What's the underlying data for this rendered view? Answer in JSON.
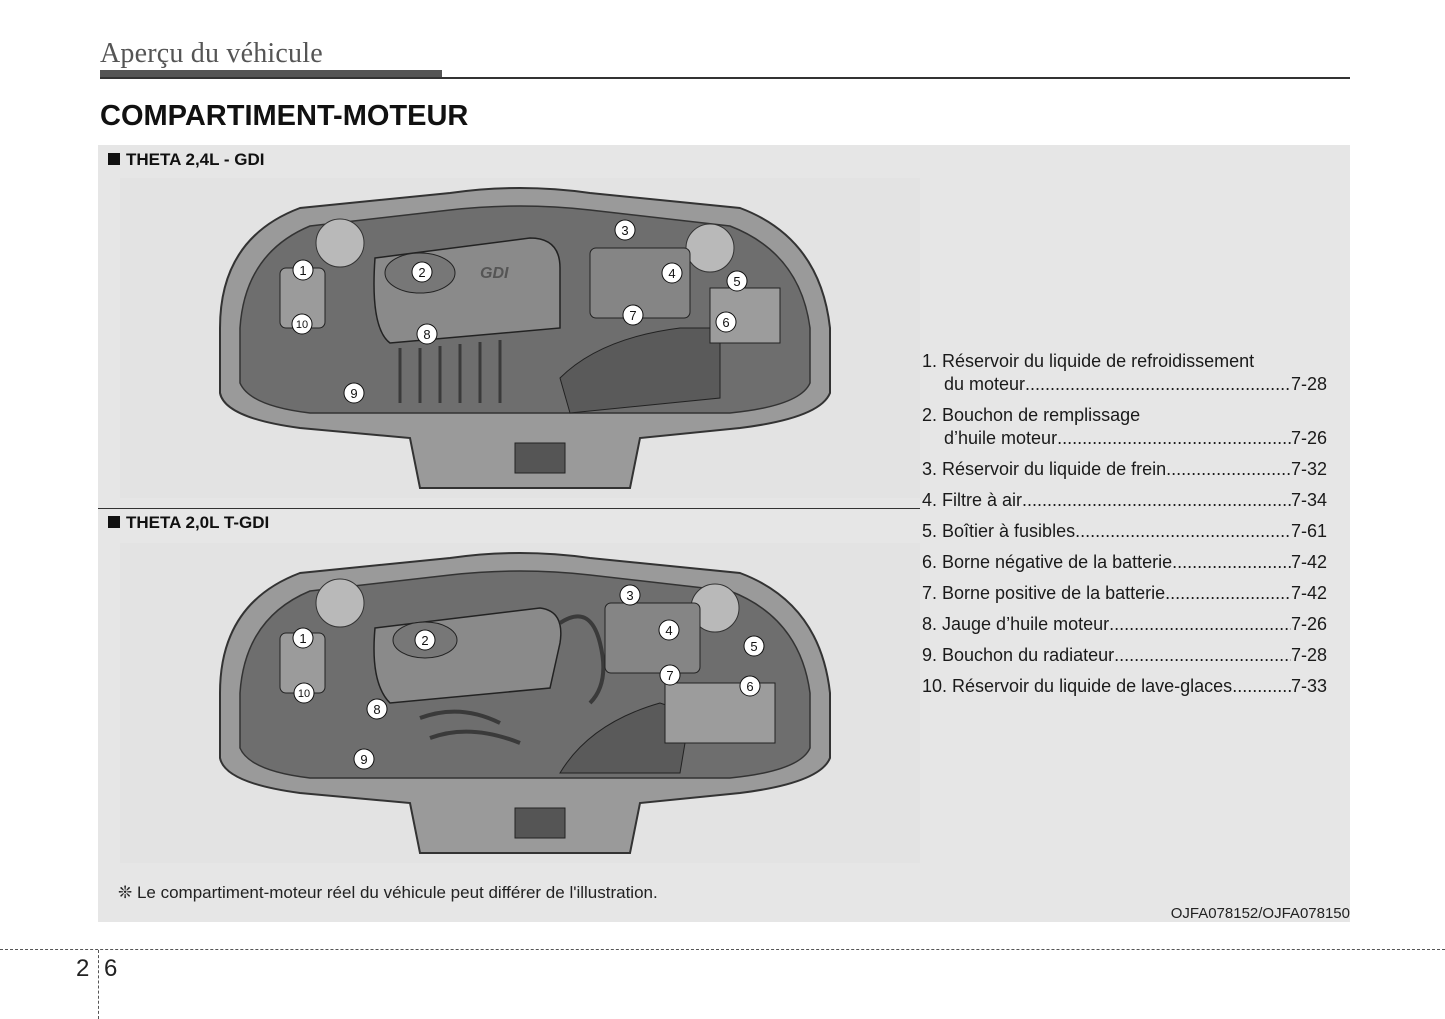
{
  "header": {
    "title": "Aperçu du véhicule"
  },
  "section": {
    "title": "COMPARTIMENT-MOTEUR"
  },
  "engines": [
    {
      "label": "THETA 2,4L - GDI",
      "badge_text": "GDI"
    },
    {
      "label": "THETA 2,0L T-GDI"
    }
  ],
  "callout_numbers": [
    "1",
    "2",
    "3",
    "4",
    "5",
    "6",
    "7",
    "8",
    "9",
    "10"
  ],
  "legend": [
    {
      "lines": [
        "1. Réservoir du liquide de refroidissement",
        "du moteur"
      ],
      "page": "7-28"
    },
    {
      "lines": [
        "2. Bouchon de remplissage",
        "d’huile moteur"
      ],
      "page": "7-26"
    },
    {
      "lines": [
        "3. Réservoir du liquide de frein"
      ],
      "page": "7-32"
    },
    {
      "lines": [
        "4. Filtre à air"
      ],
      "page": "7-34"
    },
    {
      "lines": [
        "5. Boîtier à fusibles"
      ],
      "page": "7-61"
    },
    {
      "lines": [
        "6. Borne négative de la batterie"
      ],
      "page": "7-42"
    },
    {
      "lines": [
        "7. Borne positive de la batterie"
      ],
      "page": "7-42"
    },
    {
      "lines": [
        "8. Jauge d’huile moteur"
      ],
      "page": "7-26"
    },
    {
      "lines": [
        "9. Bouchon du radiateur"
      ],
      "page": "7-28"
    },
    {
      "lines": [
        "10. Réservoir du liquide de lave-glaces"
      ],
      "page": "7-33"
    }
  ],
  "note": "❊ Le compartiment-moteur réel du véhicule peut différer de l'illustration.",
  "figure_code": "OJFA078152/OJFA078150",
  "page": {
    "chapter": "2",
    "number": "6"
  }
}
